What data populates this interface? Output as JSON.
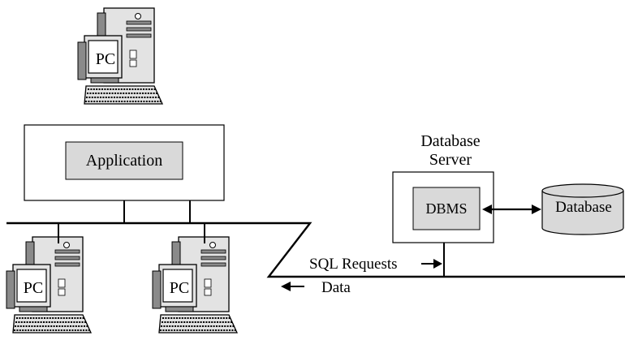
{
  "diagram": {
    "pc_label": "PC",
    "application_label": "Application",
    "server_title_line1": "Database",
    "server_title_line2": "Server",
    "dbms_label": "DBMS",
    "database_label": "Database",
    "sql_requests_label": "SQL Requests",
    "data_label": "Data"
  },
  "colors": {
    "box_fill": "#d9d9d9",
    "computer_fill": "#e3e3e3",
    "computer_dark": "#8a8a8a",
    "line": "#000000"
  },
  "icons": [
    "pc-computer-icon",
    "database-cylinder-icon",
    "arrow-left-icon",
    "arrow-right-icon",
    "double-arrow-icon"
  ]
}
